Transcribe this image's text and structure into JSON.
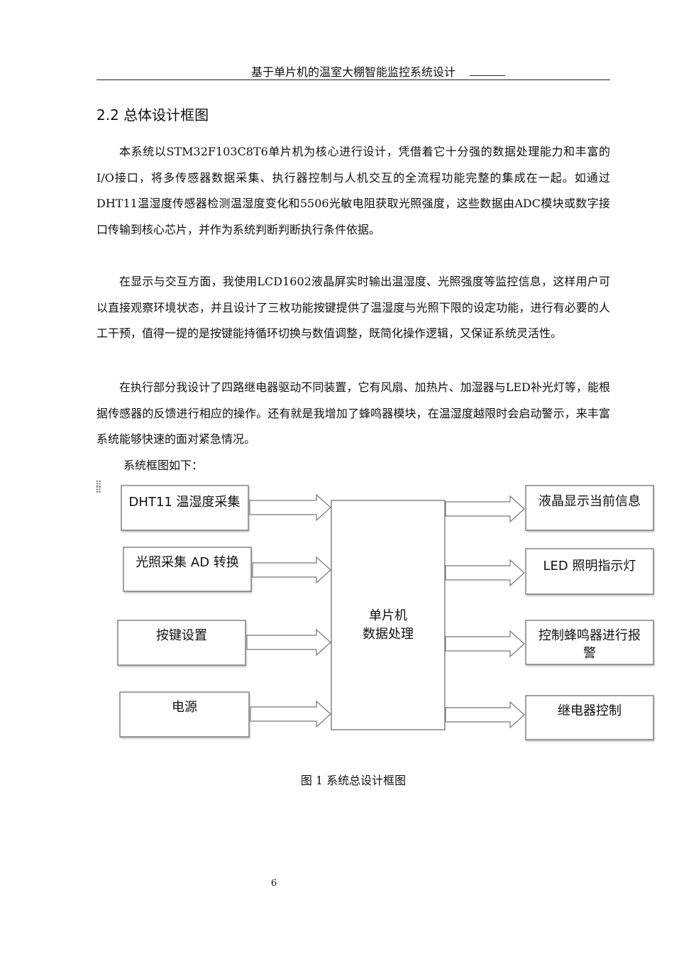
{
  "header": {
    "title": "基于单片机的温室大棚智能监控系统设计"
  },
  "section": {
    "title": "2.2 总体设计框图"
  },
  "paragraphs": [
    "本系统以STM32F103C8T6单片机为核心进行设计，凭借着它十分强的数据处理能力和丰富的I/O接口，将多传感器数据采集、执行器控制与人机交互的全流程功能完整的集成在一起。如通过DHT11温湿度传感器检测温湿度变化和5506光敏电阻获取光照强度，这些数据由ADC模块或数字接口传输到核心芯片，并作为系统判断判断执行条件依据。",
    "在显示与交互方面，我使用LCD1602液晶屏实时输出温湿度、光照强度等监控信息，这样用户可以直接观察环境状态，并且设计了三枚功能按键提供了温湿度与光照下限的设定功能，进行有必要的人工干预，值得一提的是按键能持循环切换与数值调整，既简化操作逻辑，又保证系统灵活性。",
    "在执行部分我设计了四路继电器驱动不同装置，它有风扇、加热片、加湿器与LED补光灯等，能根据传感器的反馈进行相应的操作。还有就是我增加了蜂鸣器模块，在温湿度越限时会启动警示，来丰富系统能够快速的面对紧急情况。"
  ],
  "diagram_intro": "系统框图如下：",
  "diagram": {
    "inputs": [
      "DHT11 温湿度采集",
      "光照采集 AD 转换",
      "按键设置",
      "电源"
    ],
    "center": [
      "单片机",
      "数据处理"
    ],
    "outputs": [
      [
        "液晶显示当前信息"
      ],
      [
        "LED 照明指示灯"
      ],
      [
        "控制蜂鸣器进行报",
        "警"
      ],
      [
        "继电器控制"
      ]
    ]
  },
  "caption": "图 1 系统总设计框图",
  "page_number": "6"
}
